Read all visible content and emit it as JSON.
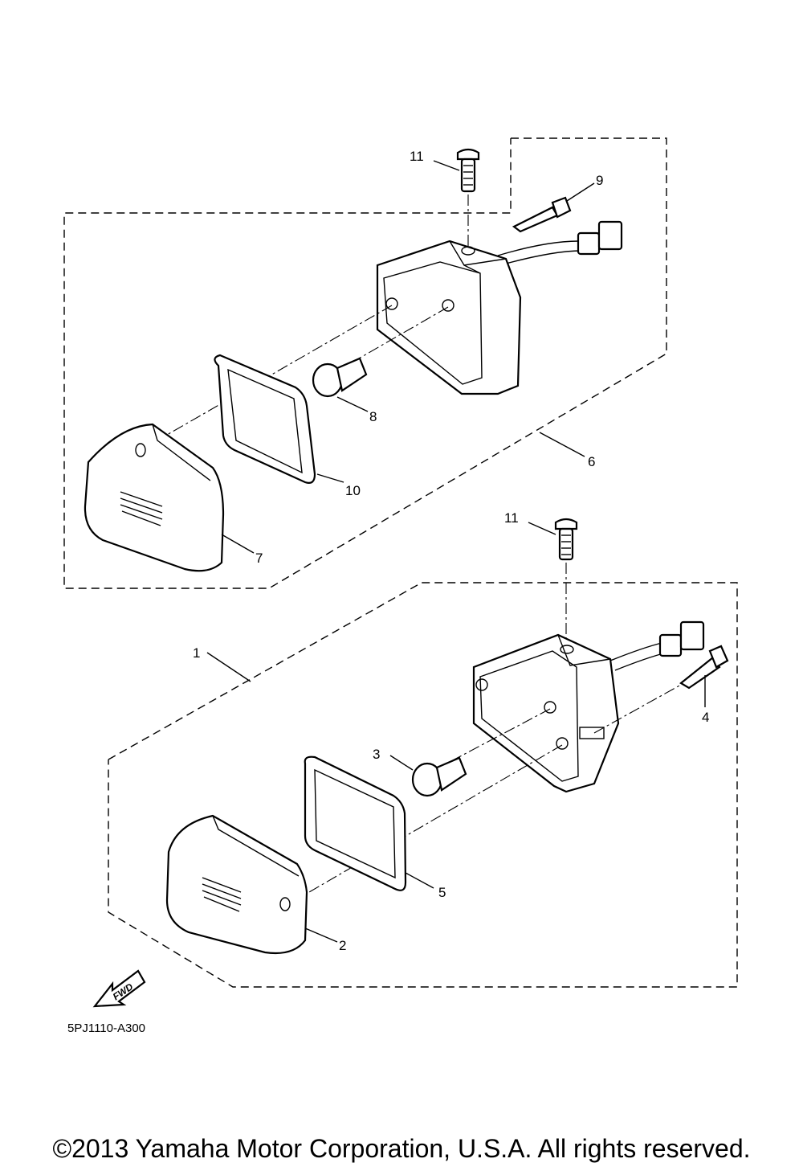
{
  "diagram": {
    "callouts": {
      "c1": "1",
      "c2": "2",
      "c3": "3",
      "c4": "4",
      "c5": "5",
      "c6": "6",
      "c7": "7",
      "c8": "8",
      "c9": "9",
      "c10": "10",
      "c11_upper": "11",
      "c11_lower": "11"
    },
    "fwd_label": "FWD",
    "diagram_code": "5PJ1110-A300"
  },
  "footer": {
    "copyright": "©2013 Yamaha Motor Corporation, U.S.A. All rights reserved."
  }
}
